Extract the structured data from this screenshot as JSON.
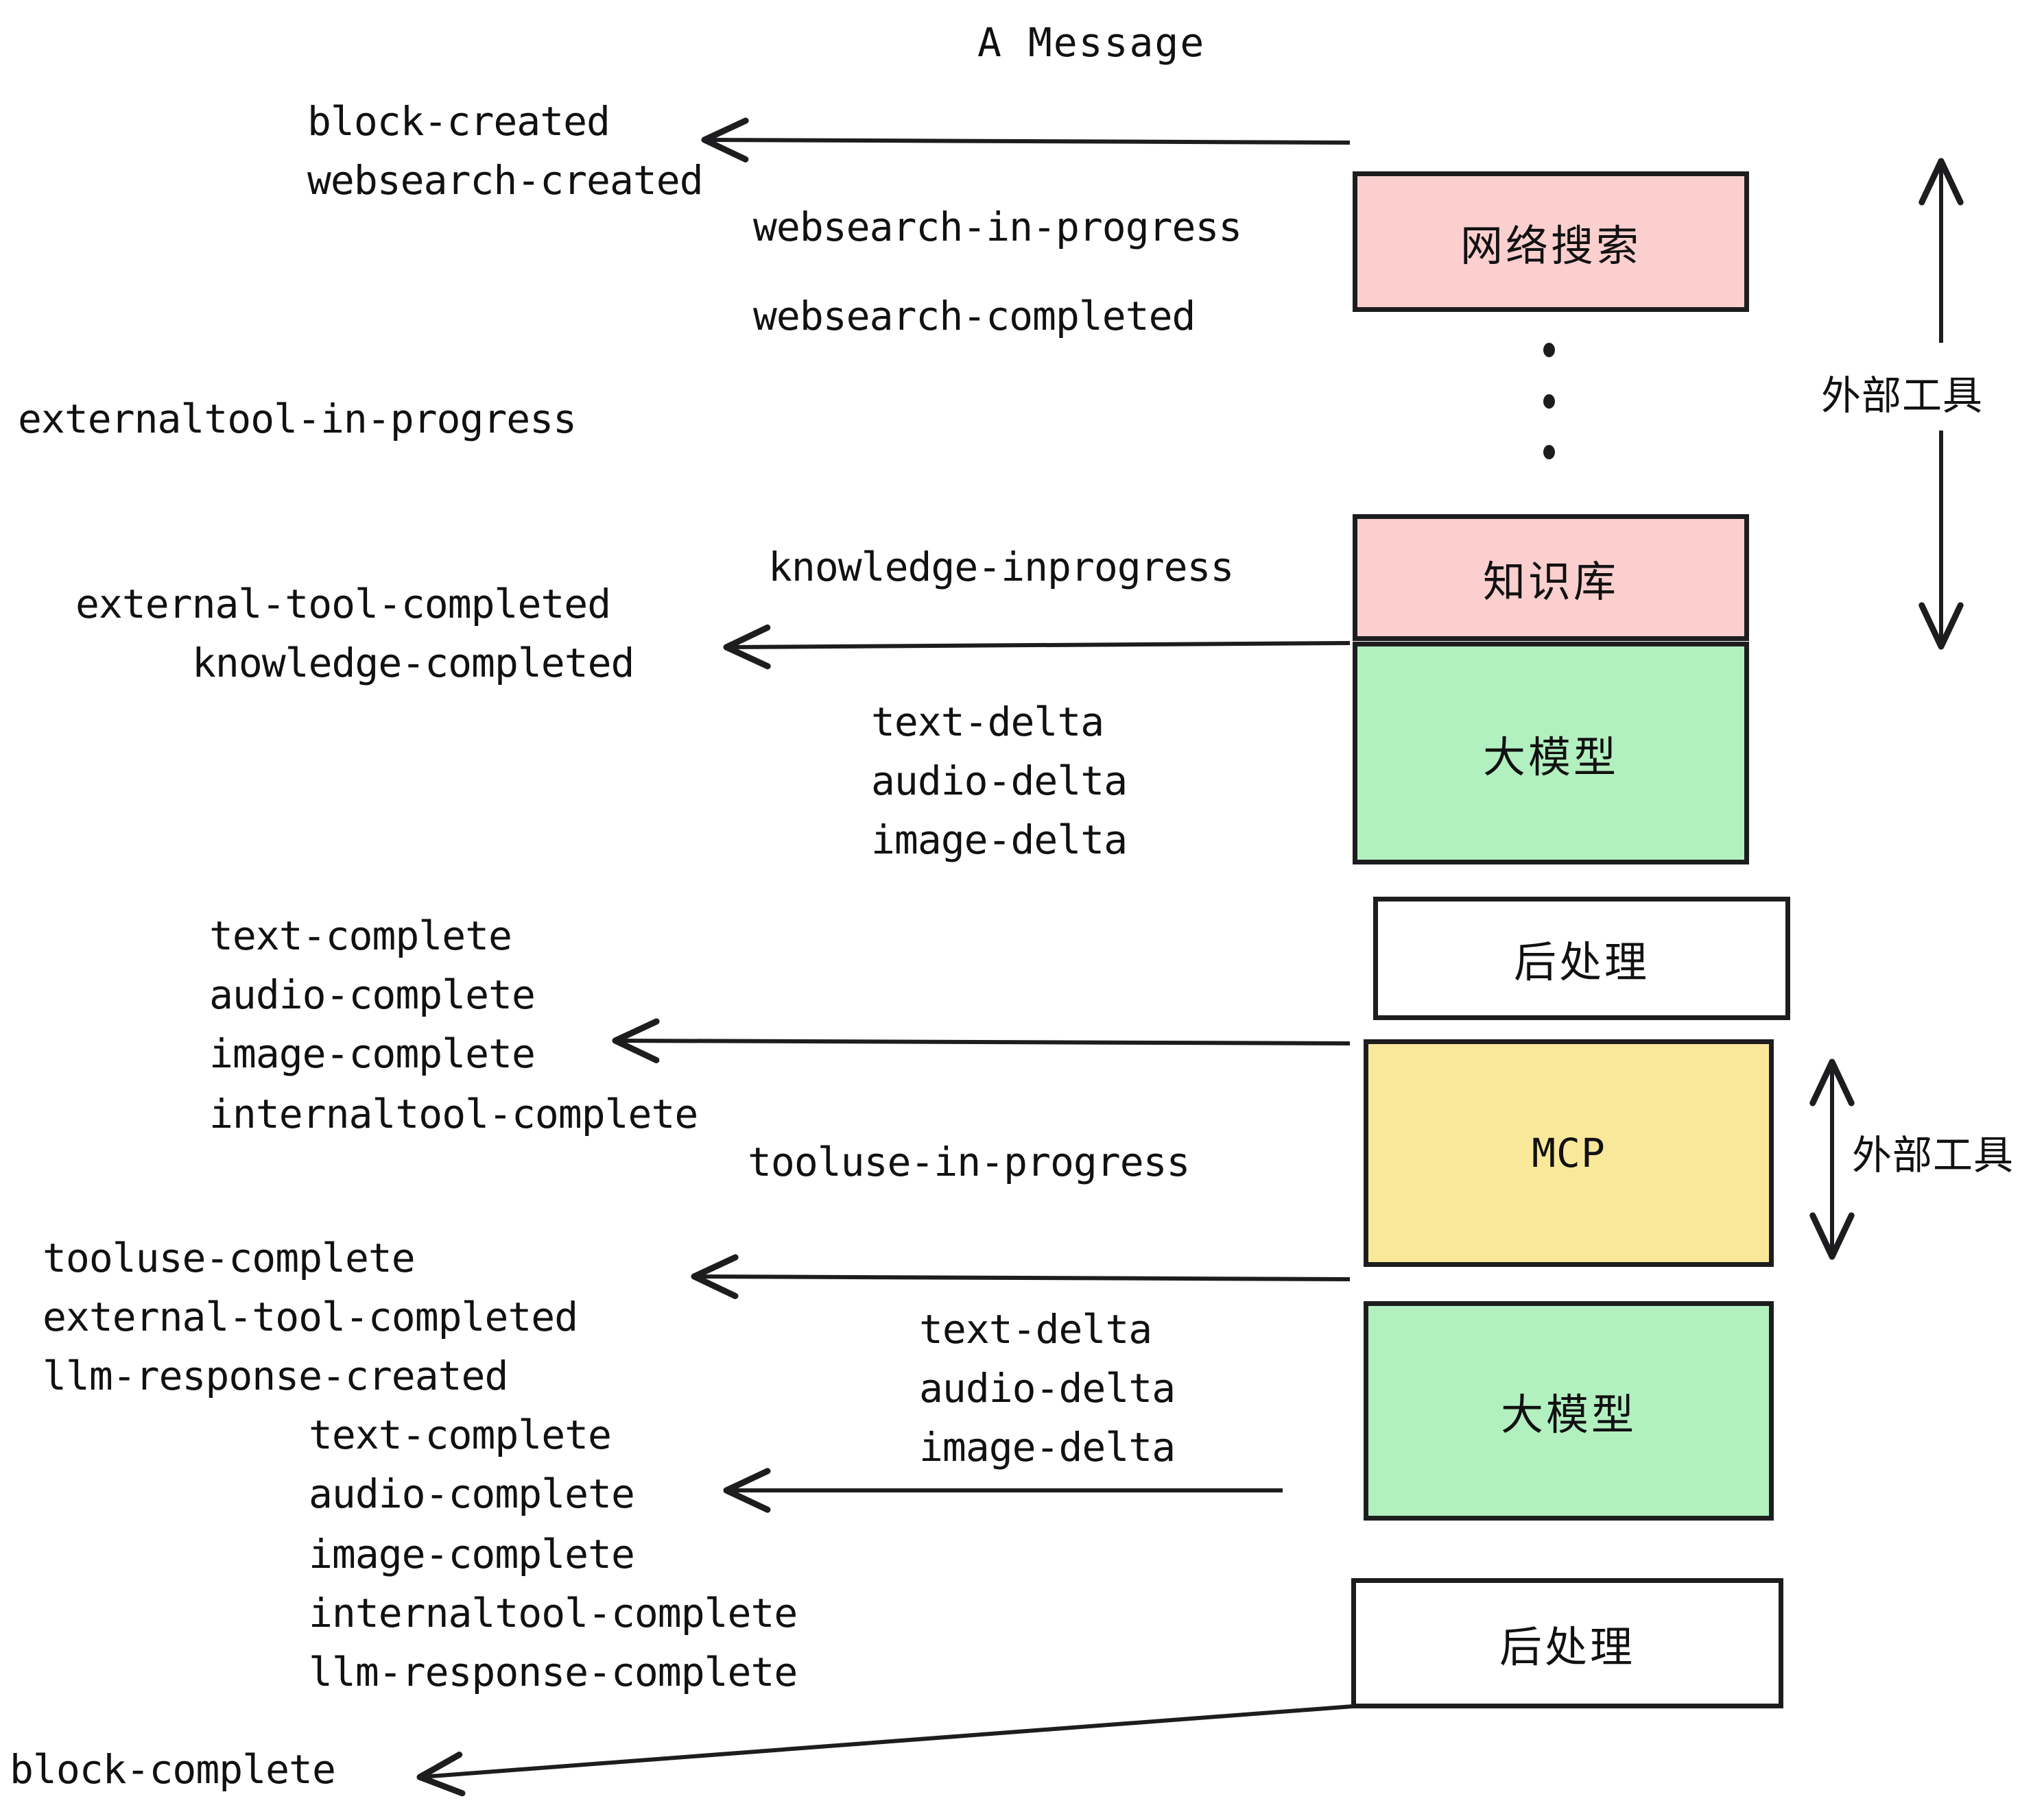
{
  "diagram": {
    "title": "A Message",
    "colors": {
      "tool_pink": "#fccfcf",
      "llm_green": "#b2f0c0",
      "mcp_yellow": "#fae89a",
      "postprocess_white": "#ffffff",
      "stroke": "#1d1d1f",
      "text": "#111111",
      "background": "#ffffff"
    },
    "nodes": [
      {
        "id": "websearch",
        "label": "网络搜索",
        "fill": "#fccfcf"
      },
      {
        "id": "knowledge",
        "label": "知识库",
        "fill": "#fccfcf"
      },
      {
        "id": "llm-1",
        "label": "大模型",
        "fill": "#b2f0c0"
      },
      {
        "id": "postprocess-1",
        "label": "后处理",
        "fill": "#ffffff"
      },
      {
        "id": "mcp",
        "label": "MCP",
        "fill": "#fae89a"
      },
      {
        "id": "llm-2",
        "label": "大模型",
        "fill": "#b2f0c0"
      },
      {
        "id": "postprocess-2",
        "label": "后处理",
        "fill": "#ffffff"
      }
    ],
    "side_labels": [
      {
        "id": "external-tool-top",
        "text": "外部工具"
      },
      {
        "id": "external-tool-bottom",
        "text": "外部工具"
      }
    ],
    "events": {
      "block_created": "block-created",
      "websearch_created": "websearch-created",
      "websearch_in_progress": "websearch-in-progress",
      "websearch_completed": "websearch-completed",
      "externaltool_in_progress": "externaltool-in-progress",
      "knowledge_inprogress": "knowledge-inprogress",
      "external_tool_completed_1": "external-tool-completed",
      "knowledge_completed": "knowledge-completed",
      "text_delta_1": "text-delta",
      "audio_delta_1": "audio-delta",
      "image_delta_1": "image-delta",
      "text_complete_1": "text-complete",
      "audio_complete_1": "audio-complete",
      "image_complete_1": "image-complete",
      "internaltool_complete_1": "internaltool-complete",
      "tooluse_in_progress": "tooluse-in-progress",
      "tooluse_complete": "tooluse-complete",
      "external_tool_completed_2": "external-tool-completed",
      "llm_response_created": "llm-response-created",
      "text_delta_2": "text-delta",
      "audio_delta_2": "audio-delta",
      "image_delta_2": "image-delta",
      "text_complete_2": "text-complete",
      "audio_complete_2": "audio-complete",
      "image_complete_2": "image-complete",
      "internaltool_complete_2": "internaltool-complete",
      "llm_response_complete": "llm-response-complete",
      "block_complete": "block-complete"
    }
  }
}
